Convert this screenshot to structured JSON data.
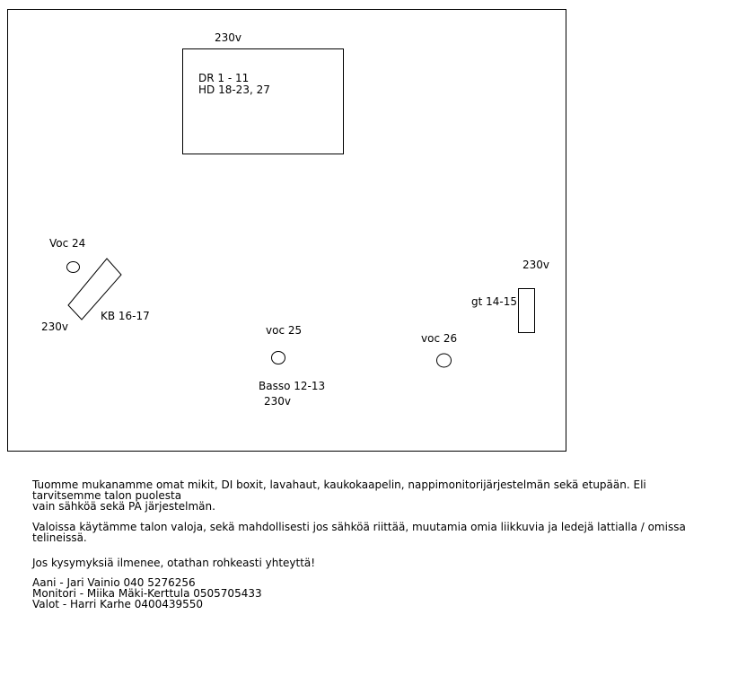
{
  "stage": {
    "top_label": "230v",
    "drum_riser_line1": "DR 1 - 11",
    "drum_riser_line2": "HD 18-23, 27",
    "voc24_label": "Voc 24",
    "left_power_label": "230v",
    "keyboard_label": "KB 16-17",
    "voc25_label": "voc 25",
    "bass_label": "Basso 12-13",
    "bass_power_label": "230v",
    "voc26_label": "voc 26",
    "guitar_label": "gt 14-15",
    "right_power_label": "230v"
  },
  "notes": {
    "paragraph1_line1": "Tuomme mukanamme omat mikit, DI boxit, lavahaut, kaukokaapelin, nappimonitorijärjestelmän sekä etupään. Eli tarvitsemme talon puolesta",
    "paragraph1_line2": "vain sähköä sekä PA järjestelmän.",
    "paragraph2": "Valoissa käytämme talon valoja, sekä mahdollisesti jos sähköä riittää, muutamia omia liikkuvia ja ledejä lattialla / omissa telineissä.",
    "paragraph3": "Jos kysymyksiä ilmenee, otathan rohkeasti yhteyttä!",
    "contact_sound": "Aani - Jari Vainio 040 5276256",
    "contact_monitor": "Monitori - Miika Mäki-Kerttula 0505705433",
    "contact_lights": "Valot - Harri Karhe 0400439550"
  }
}
